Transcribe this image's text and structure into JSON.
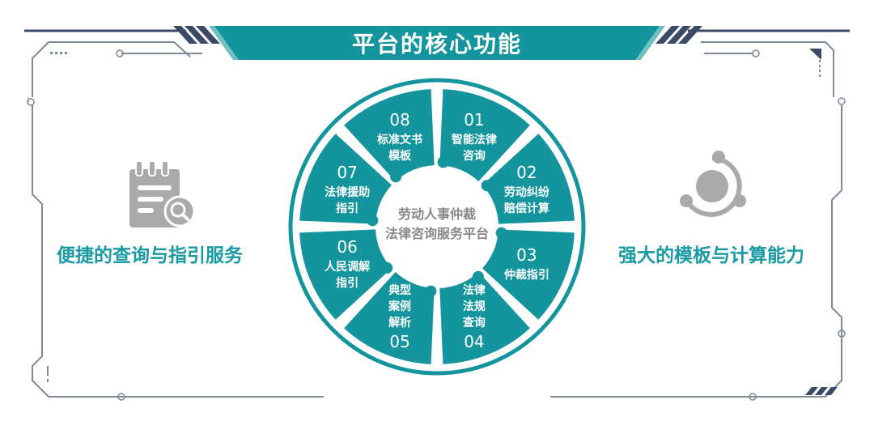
{
  "title": "平台的核心功能",
  "left_feature": {
    "label": "便捷的查询与指引服务",
    "icon": "document-search-icon"
  },
  "right_feature": {
    "label": "强大的模板与计算能力",
    "icon": "cycle-nodes-icon"
  },
  "center": {
    "line1": "劳动人事仲裁",
    "line2": "法律咨询服务平台"
  },
  "segments": [
    {
      "num": "01",
      "lines": [
        "智能法律",
        "咨询"
      ]
    },
    {
      "num": "02",
      "lines": [
        "劳动纠纷",
        "赔偿计算"
      ]
    },
    {
      "num": "03",
      "lines": [
        "仲裁指引"
      ]
    },
    {
      "num": "04",
      "lines": [
        "法律",
        "法规",
        "查询"
      ]
    },
    {
      "num": "05",
      "lines": [
        "典型",
        "案例",
        "解析"
      ]
    },
    {
      "num": "06",
      "lines": [
        "人民调解",
        "指引"
      ]
    },
    {
      "num": "07",
      "lines": [
        "法律援助",
        "指引"
      ]
    },
    {
      "num": "08",
      "lines": [
        "标准文书",
        "模板"
      ]
    }
  ],
  "colors": {
    "teal": "#14959d",
    "gray": "#aaaaaa",
    "frame": "#8a94a6"
  }
}
